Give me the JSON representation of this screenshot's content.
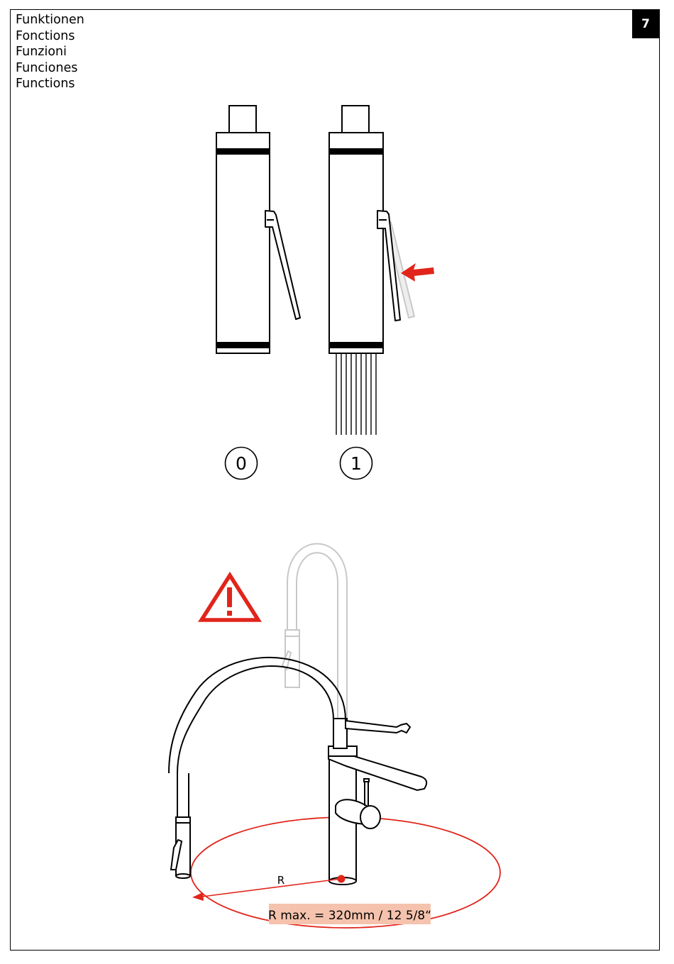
{
  "page": {
    "titles": [
      "Funktionen",
      "Fonctions",
      "Funzioni",
      "Funciones",
      "Functions"
    ],
    "page_number": "7"
  },
  "positions": {
    "off_label": "0",
    "on_label": "1"
  },
  "radius": {
    "symbol": "R",
    "max_text": "R max. = 320mm / 12 5/8“"
  },
  "colors": {
    "accent_red": "#e1251b",
    "label_bg": "#f5c3ad",
    "ghost_gray": "#c8c8c8"
  }
}
